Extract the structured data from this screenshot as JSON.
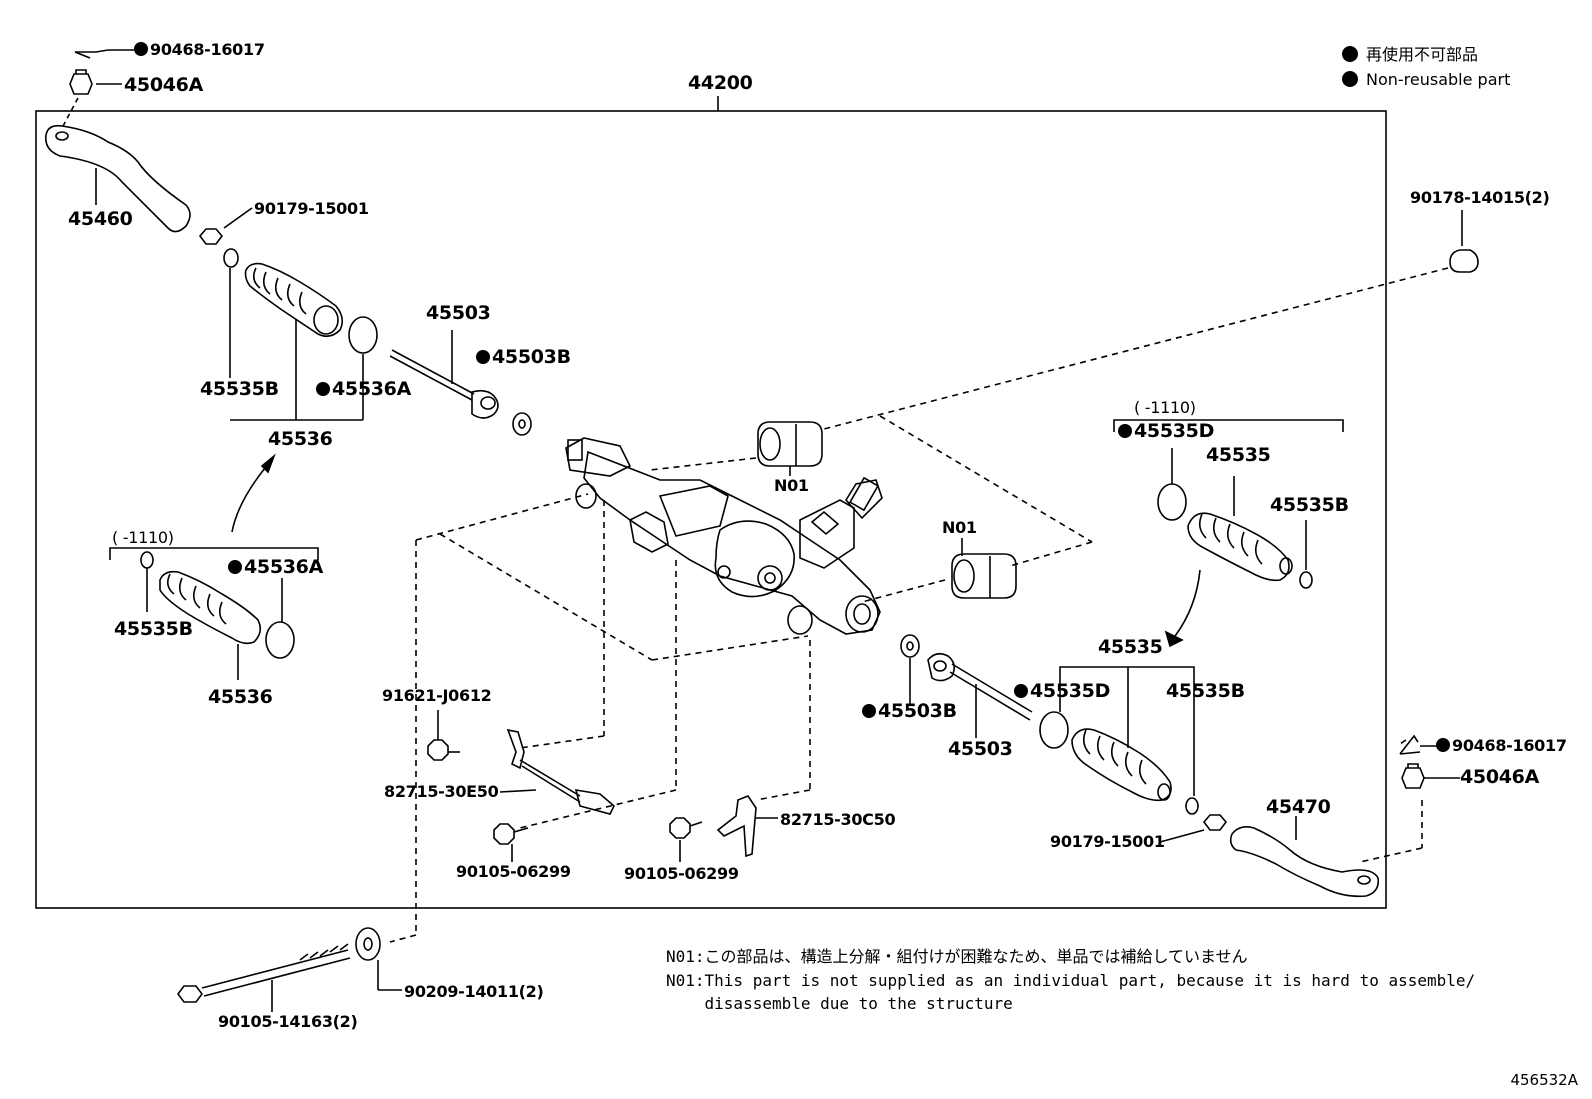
{
  "legend": {
    "items": [
      {
        "label": "再使用不可部品"
      },
      {
        "label": "Non-reusable part"
      }
    ]
  },
  "assembly_label": "44200",
  "labels": {
    "l90468_top": "90468-16017",
    "l45046A_top": "45046A",
    "l45460": "45460",
    "l90179_top": "90179-15001",
    "l45535B_a": "45535B",
    "l45536A_a": "45536A",
    "l45536_a": "45536",
    "l45503_a": "45503",
    "l45503B_a": "45503B",
    "l90178": "90178-14015(2)",
    "lN01_a": "N01",
    "lN01_b": "N01",
    "lrange_left": "(      -1110)",
    "l45536A_b": "45536A",
    "l45535B_b": "45535B",
    "l45536_b": "45536",
    "lrange_right": "(      -1110)",
    "l45535D_a": "45535D",
    "l45535_a": "45535",
    "l45535B_c": "45535B",
    "l45535_b": "45535",
    "l45535D_b": "45535D",
    "l45535B_d": "45535B",
    "l45503B_b": "45503B",
    "l45503_b": "45503",
    "l91621": "91621-J0612",
    "l82715_e50": "82715-30E50",
    "l90105_a": "90105-06299",
    "l90105_b": "90105-06299",
    "l82715_c50": "82715-30C50",
    "l90468_right": "90468-16017",
    "l45046A_right": "45046A",
    "l45470": "45470",
    "l90179_bottom": "90179-15001",
    "l90105_14163": "90105-14163(2)",
    "l90209": "90209-14011(2)"
  },
  "notes": {
    "n01_jp": "N01:この部品は、構造上分解・組付けが困難なため、単品では補給していません",
    "n01_en_1": "N01:This part is not supplied as an individual part, because it is hard to assemble/",
    "n01_en_2": "    disassemble due to the structure"
  },
  "figure_ref": "456532A"
}
